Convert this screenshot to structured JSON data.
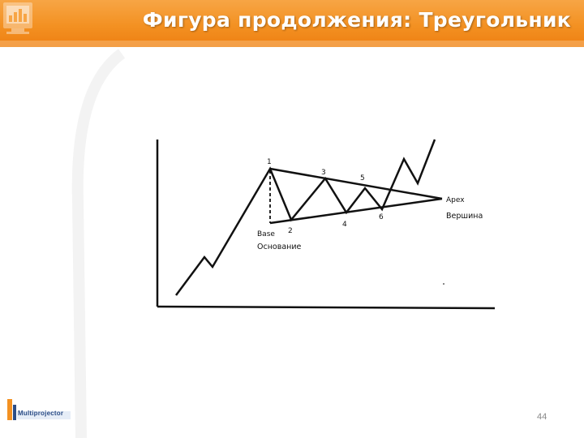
{
  "slide": {
    "title": "Фигура продолжения: Треугольник",
    "page_number": "44"
  },
  "diagram": {
    "points": [
      "1",
      "2",
      "3",
      "4",
      "5",
      "6"
    ],
    "base_label_en": "Base",
    "base_label_ru": "Основание",
    "apex_label_en": "Apex",
    "apex_label_ru": "Вершина"
  },
  "footer": {
    "logo_text": "Multiprojector"
  },
  "colors": {
    "header_orange": "#f39122",
    "title_text": "#ffffff",
    "line": "#111111"
  }
}
